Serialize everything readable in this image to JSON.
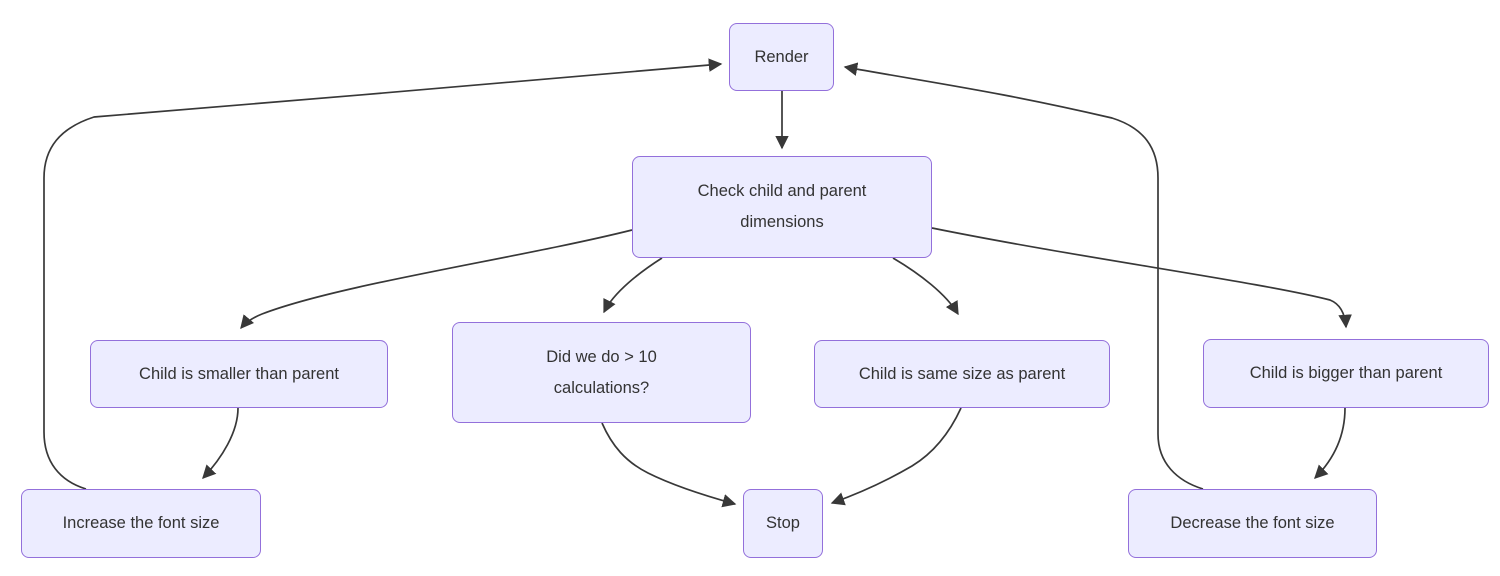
{
  "diagram": {
    "type": "flowchart",
    "direction": "top-down",
    "colors": {
      "background": "#ffffff",
      "node_fill": "#ECECFF",
      "node_border": "#9370DB",
      "text": "#333333",
      "edge": "#383838"
    },
    "nodes": {
      "render": {
        "label": "Render"
      },
      "check": {
        "label": "Check child and parent\ndimensions"
      },
      "smaller": {
        "label": "Child is smaller than parent"
      },
      "calcs": {
        "label": "Did we do > 10\ncalculations?"
      },
      "same": {
        "label": "Child is same size as parent"
      },
      "bigger": {
        "label": "Child is bigger than parent"
      },
      "increase": {
        "label": "Increase the font size"
      },
      "stop": {
        "label": "Stop"
      },
      "decrease": {
        "label": "Decrease the font size"
      }
    },
    "edges": [
      {
        "from": "Render",
        "to": "Check child and parent dimensions"
      },
      {
        "from": "Check child and parent dimensions",
        "to": "Child is smaller than parent"
      },
      {
        "from": "Check child and parent dimensions",
        "to": "Did we do > 10 calculations?"
      },
      {
        "from": "Check child and parent dimensions",
        "to": "Child is same size as parent"
      },
      {
        "from": "Check child and parent dimensions",
        "to": "Child is bigger than parent"
      },
      {
        "from": "Child is smaller than parent",
        "to": "Increase the font size"
      },
      {
        "from": "Did we do > 10 calculations?",
        "to": "Stop"
      },
      {
        "from": "Child is same size as parent",
        "to": "Stop"
      },
      {
        "from": "Child is bigger than parent",
        "to": "Decrease the font size"
      },
      {
        "from": "Increase the font size",
        "to": "Render"
      },
      {
        "from": "Decrease the font size",
        "to": "Render"
      }
    ]
  }
}
